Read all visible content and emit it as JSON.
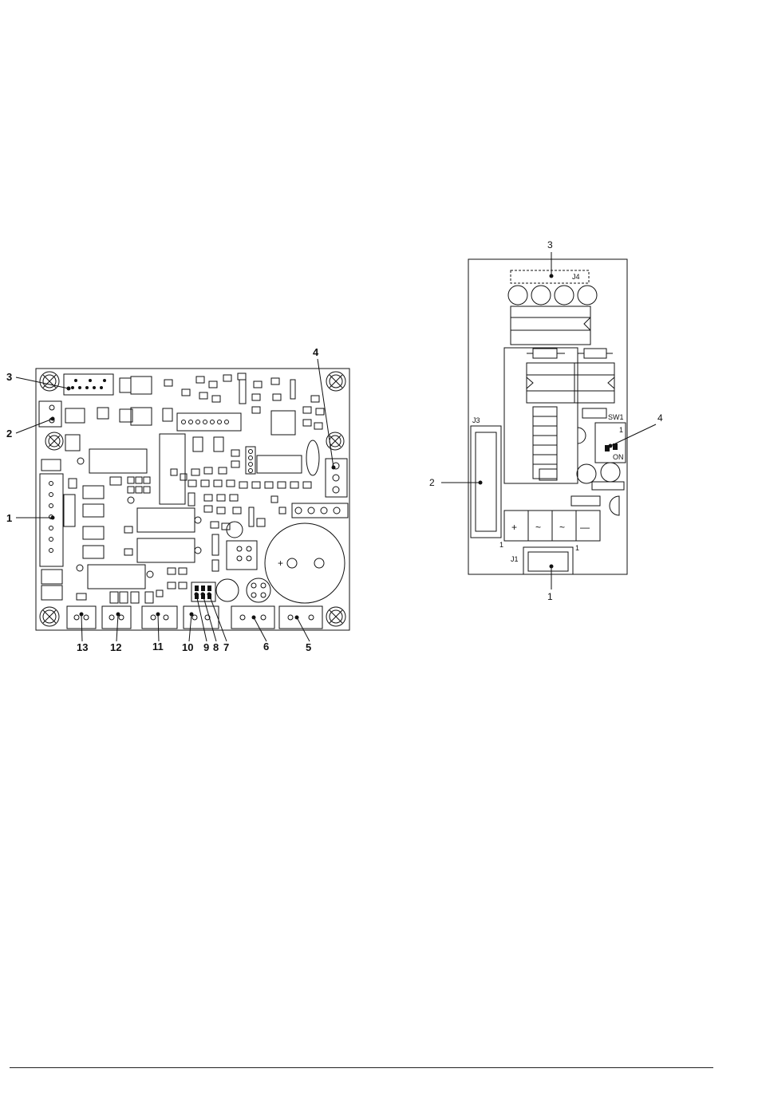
{
  "left_board": {
    "callouts": [
      "1",
      "2",
      "3",
      "4",
      "5",
      "6",
      "7",
      "8",
      "9",
      "10",
      "11",
      "12",
      "13"
    ]
  },
  "right_board": {
    "callouts": [
      "1",
      "2",
      "3",
      "4"
    ],
    "silkscreen": {
      "j4": "J4",
      "j3": "J3",
      "j1": "J1",
      "sw1": "SW1",
      "sw_pin": "1",
      "sw_on": "ON",
      "pin1_left": "1",
      "pin1_right": "1"
    },
    "terminal_symbols": [
      "+",
      "~",
      "~",
      "—"
    ]
  }
}
